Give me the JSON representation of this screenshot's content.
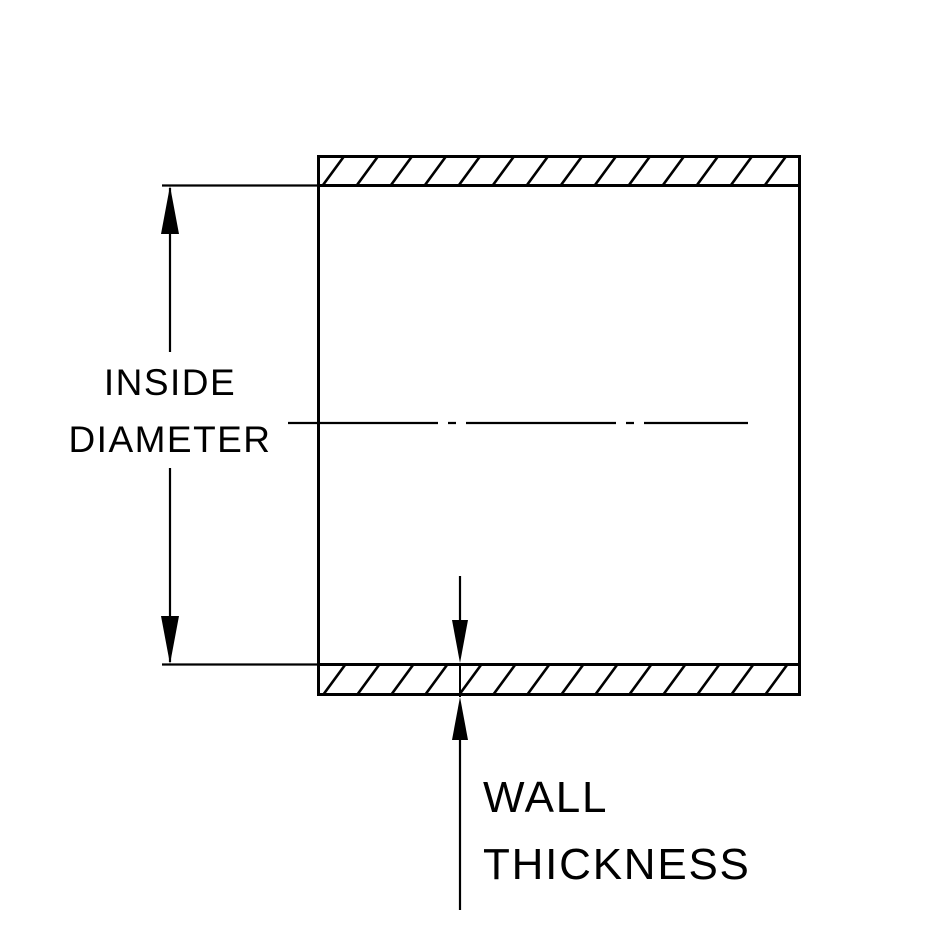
{
  "diagram": {
    "inside_diameter_label": {
      "line1": "INSIDE",
      "line2": "DIAMETER"
    },
    "wall_thickness_label": {
      "line1": "WALL",
      "line2": "THICKNESS"
    },
    "colors": {
      "line": "#000000",
      "background": "#ffffff"
    }
  }
}
